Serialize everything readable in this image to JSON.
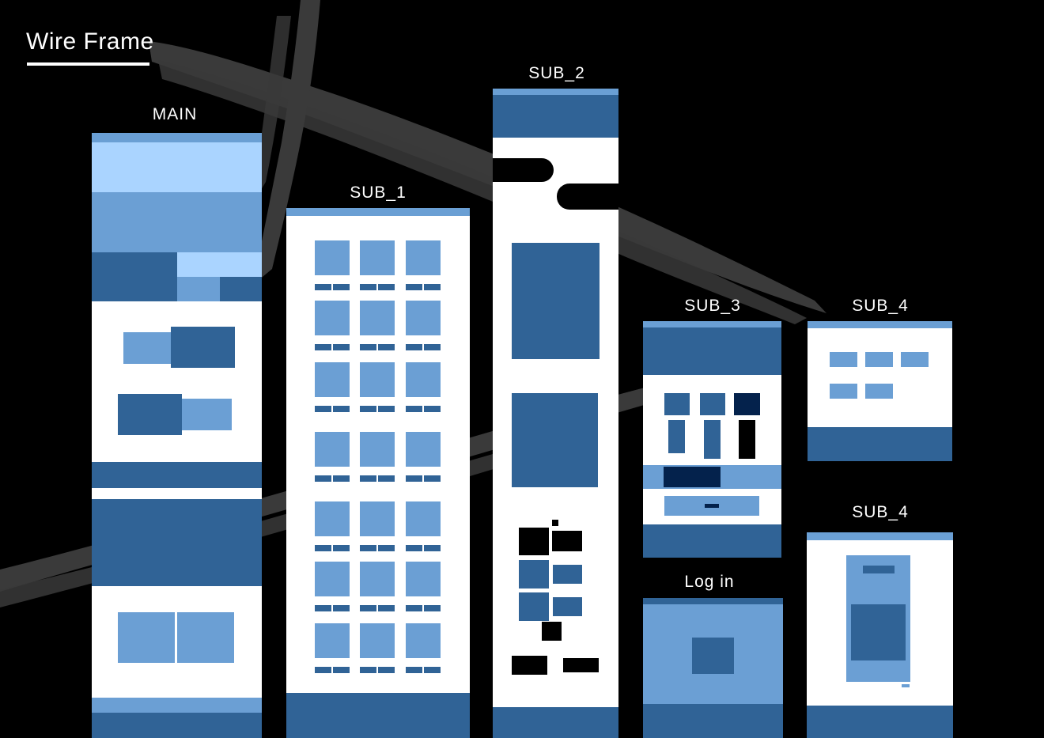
{
  "title": "Wire Frame",
  "frames": {
    "main": {
      "label": "MAIN"
    },
    "sub1": {
      "label": "SUB_1"
    },
    "sub2": {
      "label": "SUB_2"
    },
    "sub3": {
      "label": "SUB_3"
    },
    "sub4a": {
      "label": "SUB_4"
    },
    "sub4b": {
      "label": "SUB_4"
    },
    "login": {
      "label": "Log in"
    }
  },
  "colors": {
    "background": "#000000",
    "brush": "#3a3a3a",
    "frame_white": "#ffffff",
    "block_light": "#aad4ff",
    "block_mid": "#6b9fd4",
    "block_dark": "#306396",
    "block_navy": "#04224c"
  }
}
